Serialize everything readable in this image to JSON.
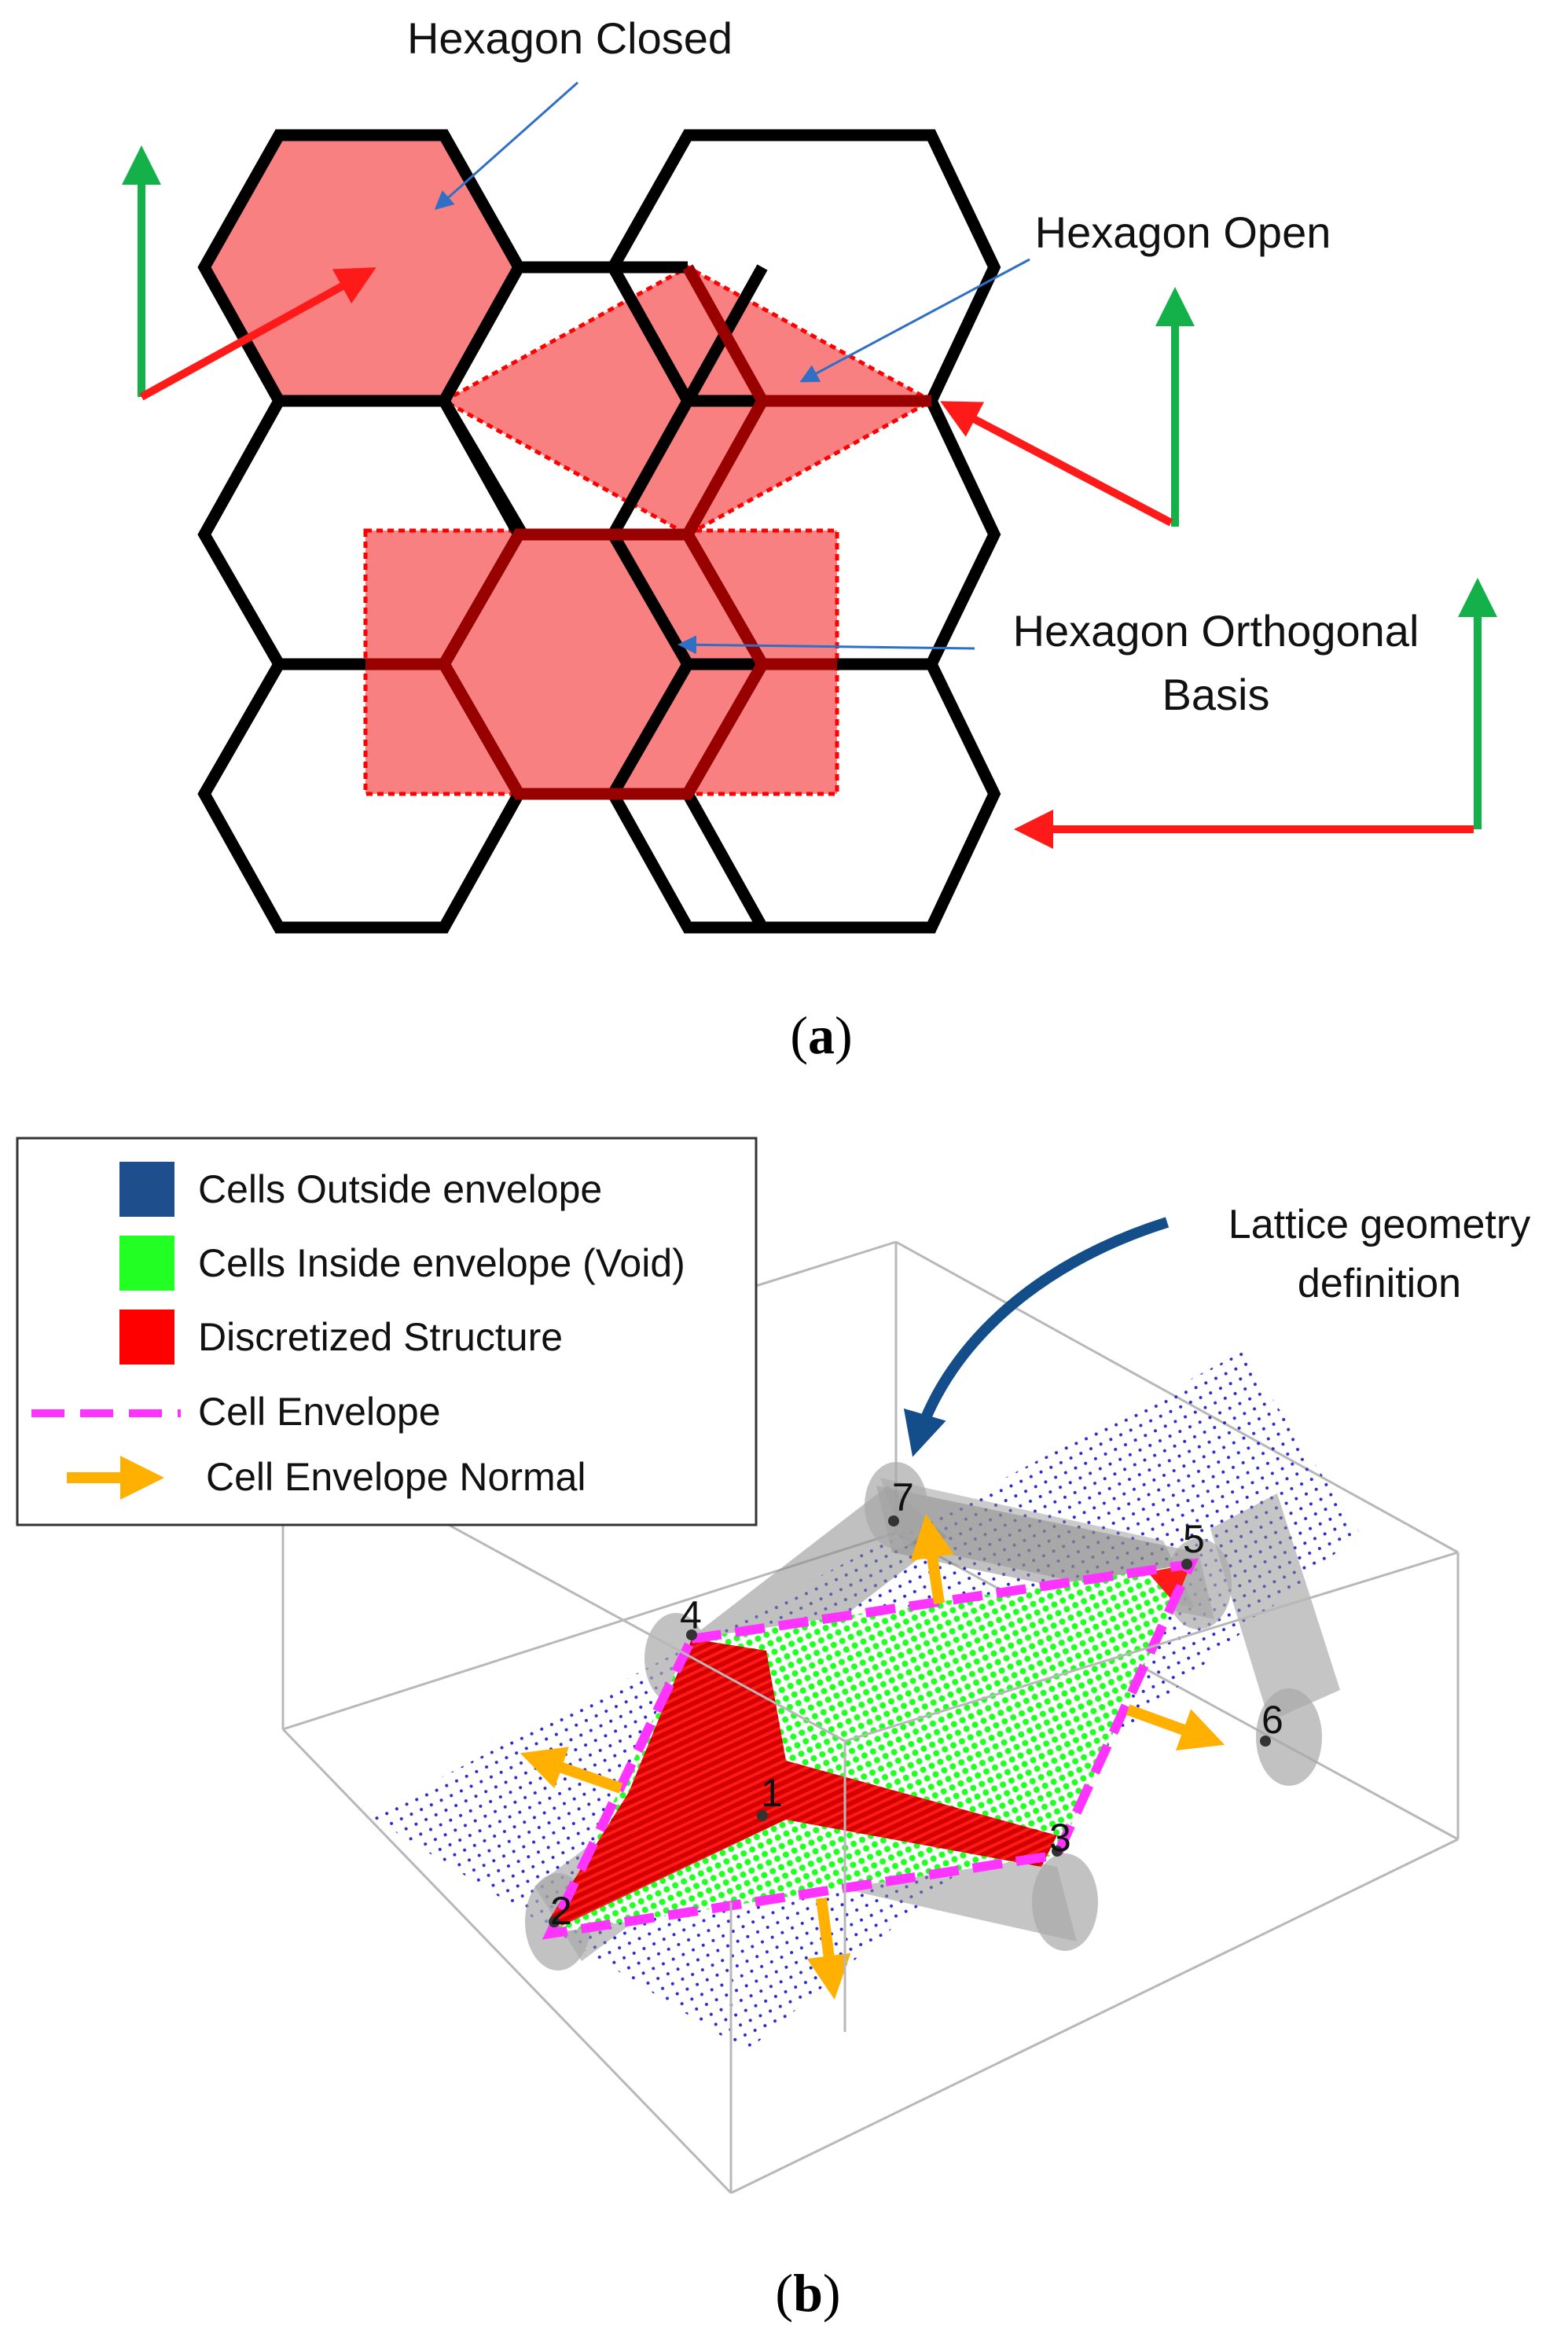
{
  "panel_a": {
    "caption_open": "(",
    "caption_letter": "a",
    "caption_close": ")",
    "label_closed": "Hexagon Closed",
    "label_open": "Hexagon Open",
    "label_ortho_line1": "Hexagon Orthogonal",
    "label_ortho_line2": "Basis",
    "colors": {
      "cell_fill": "#f98080",
      "outline": "#000000",
      "highlight": "#990000",
      "axis_green": "#14b04a",
      "axis_red": "#ff1a1a",
      "leader": "#2f6fc6"
    }
  },
  "panel_b": {
    "caption_open": "(",
    "caption_letter": "b",
    "caption_close": ")",
    "annotation_line1": "Lattice geometry",
    "annotation_line2": "definition",
    "legend": [
      {
        "label": "Cells Outside envelope",
        "color": "#1f4e8c",
        "kind": "square"
      },
      {
        "label": "Cells Inside envelope (Void)",
        "color": "#22ff22",
        "kind": "square"
      },
      {
        "label": "Discretized Structure",
        "color": "#ff0000",
        "kind": "square"
      },
      {
        "label": "Cell Envelope",
        "color": "#ff33ff",
        "kind": "dash"
      },
      {
        "label": "Cell Envelope Normal",
        "color": "#ffb000",
        "kind": "arrow"
      }
    ],
    "node_labels": [
      "1",
      "2",
      "3",
      "4",
      "5",
      "6",
      "7"
    ],
    "colors": {
      "box": "#b8b8b8",
      "cylinder": "#8c8c8c",
      "dots_blue": "#2a2ad0",
      "envelope": "#ff33ff",
      "normal": "#ffb000",
      "arrow_blue": "#134e8a"
    }
  }
}
